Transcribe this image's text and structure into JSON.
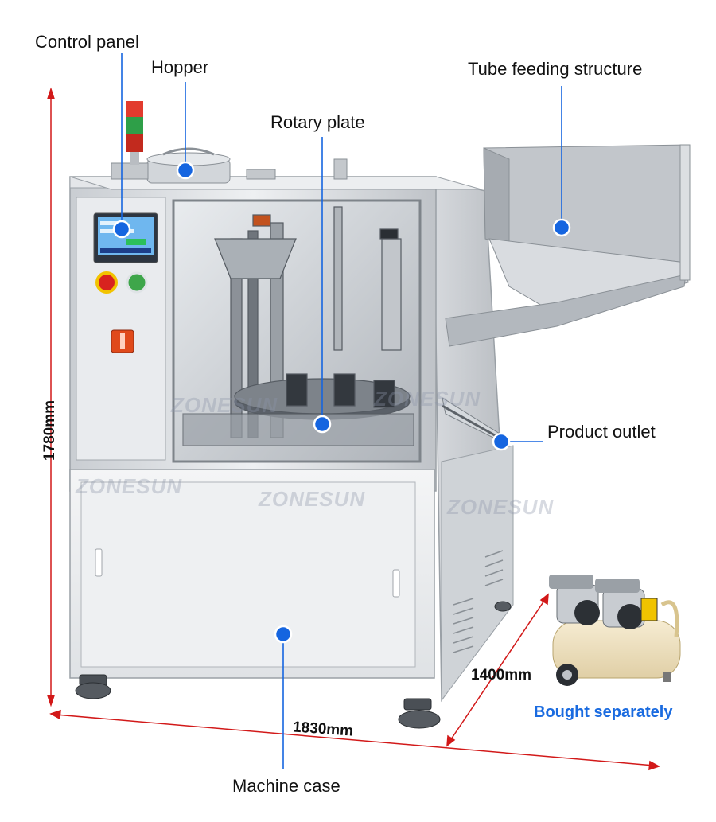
{
  "callouts": {
    "control_panel": "Control panel",
    "hopper": "Hopper",
    "rotary_plate": "Rotary plate",
    "tube_feeding": "Tube feeding structure",
    "product_outlet": "Product outlet",
    "machine_case": "Machine case"
  },
  "dimensions": {
    "height": "1780mm",
    "width": "1830mm",
    "depth": "1400mm"
  },
  "compressor_note": "Bought separately",
  "watermark": "ZONESUN",
  "colors": {
    "callout_dot": "#1565e0",
    "callout_line": "#1565e0",
    "dimension_arrow": "#d21919",
    "note_text": "#1a6be0"
  }
}
